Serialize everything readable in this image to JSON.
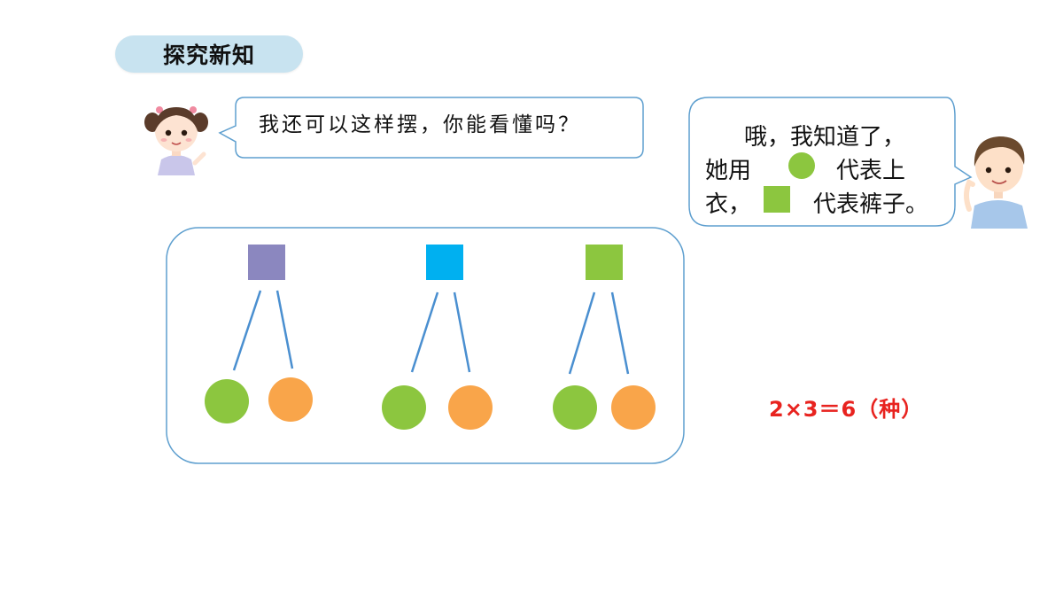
{
  "header": {
    "title": "探究新知"
  },
  "girl": {
    "speech": "我还可以这样摆，你能看懂吗？"
  },
  "boy": {
    "line1": "哦，我知道了，",
    "line2_pre": "她用",
    "line2_post": "代表上",
    "line3_pre": "衣，",
    "line3_post": "代表裤子。"
  },
  "formula": "2×3＝6（种）",
  "colors": {
    "square_purple": "#8b87bf",
    "square_blue": "#00b0f0",
    "square_green": "#8cc63f",
    "circle_green": "#8cc63f",
    "circle_orange": "#f9a54a",
    "line_blue": "#4a8fd0",
    "bubble_border": "#5e9fcf",
    "formula_red": "#e8231f"
  }
}
